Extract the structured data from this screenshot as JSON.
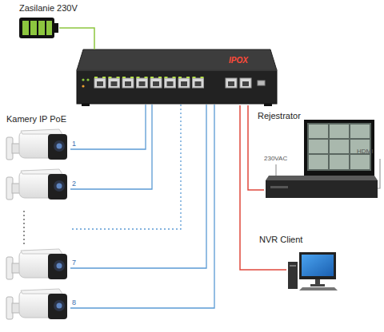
{
  "diagram": {
    "nodes": [
      {
        "text": [
          "Zasilanie 230V"
        ]
      },
      {
        "text": [
          "IPOX"
        ]
      },
      {
        "text": [
          "Rejestrator"
        ]
      },
      {
        "text": [
          "NVR Client"
        ]
      }
    ],
    "edges": [
      {
        "from": 0,
        "to": 1,
        "arrow": "none"
      },
      {
        "from": 1,
        "to": 2,
        "arrow": "none"
      },
      {
        "from": 1,
        "to": 3,
        "arrow": "none"
      }
    ],
    "labels": [
      "Kamery IP PoE",
      "1",
      "2",
      "7",
      "8",
      "230VAC",
      "HDMI"
    ]
  }
}
